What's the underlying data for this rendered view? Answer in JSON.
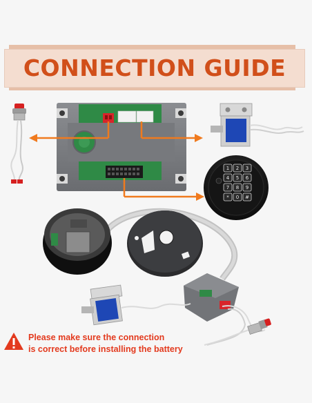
{
  "banner": {
    "title": "CONNECTION GUIDE"
  },
  "warning": {
    "icon": "warning-triangle-icon",
    "line1": "Please make sure the connection",
    "line2": "is correct before installing the battery",
    "color": "#e33a1e"
  },
  "colors": {
    "banner_text": "#d14f1a",
    "banner_bg": "#f4ddd0",
    "arrow": "#f07a1e",
    "board_housing": "#7a7c80",
    "pcb": "#2f8a46"
  },
  "keypad": {
    "keys": [
      "1",
      "2",
      "3",
      "4",
      "5",
      "6",
      "7",
      "8",
      "9",
      "*",
      "0",
      "#"
    ]
  }
}
